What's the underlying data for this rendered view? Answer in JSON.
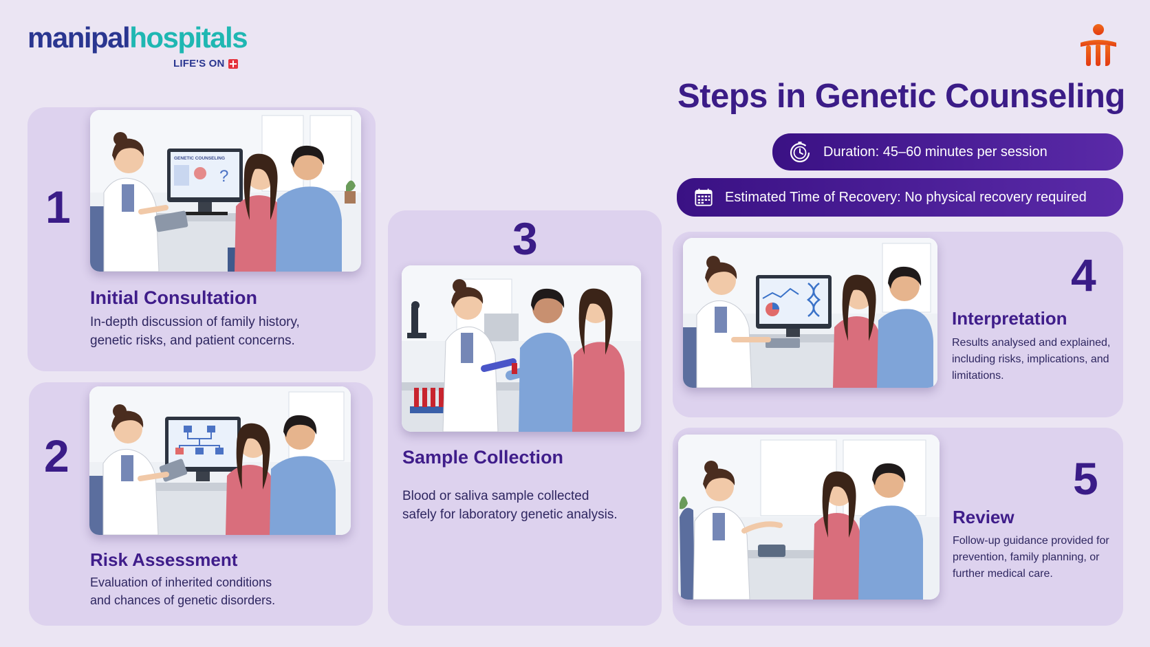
{
  "brand": {
    "logo_part1": "manipal",
    "logo_part2": "hospitals",
    "tagline": "LIFE'S ON",
    "accent": "#e5323c",
    "primary": "#3b1c87",
    "teal": "#1fb7b2"
  },
  "header": {
    "title": "Steps in Genetic Counseling",
    "duration": "Duration: 45–60 minutes per session",
    "recovery": "Estimated Time of Recovery: No physical recovery required",
    "duration_icon": "stopwatch-icon",
    "recovery_icon": "calendar-icon"
  },
  "steps": [
    {
      "number": "1",
      "title": "Initial Consultation",
      "desc_lines": [
        "In-depth discussion of family history,",
        "genetic risks, and patient concerns."
      ],
      "screen_text": "GENETIC COUNSELING"
    },
    {
      "number": "2",
      "title": "Risk Assessment",
      "desc_lines": [
        "Evaluation of inherited conditions",
        "and chances of genetic disorders."
      ]
    },
    {
      "number": "3",
      "title": "Sample Collection",
      "desc_lines": [
        "Blood or saliva sample collected",
        "safely for laboratory genetic analysis."
      ]
    },
    {
      "number": "4",
      "title": "Interpretation",
      "desc_lines": [
        "Results analysed and explained,",
        "including risks, implications, and",
        "limitations."
      ]
    },
    {
      "number": "5",
      "title": "Review",
      "desc_lines": [
        "Follow-up guidance provided for",
        "prevention, family planning, or",
        "further medical care."
      ]
    }
  ]
}
